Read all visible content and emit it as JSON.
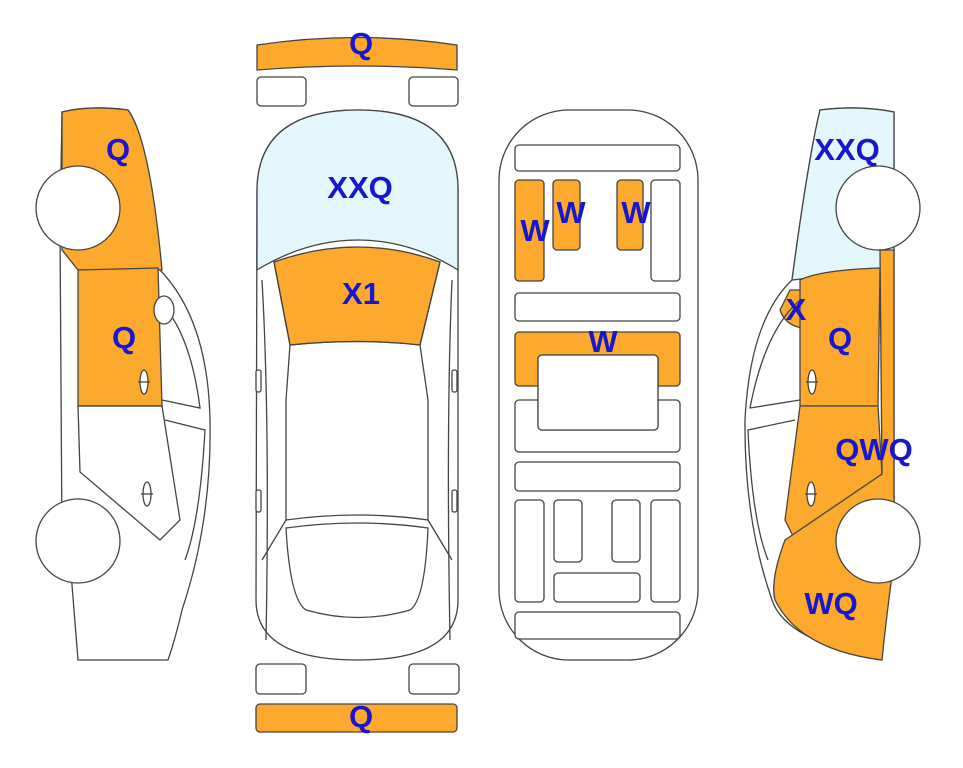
{
  "colors": {
    "damage": "#FDA92D",
    "glass": "#E3F7FC",
    "label": "#1717D0",
    "line": "#444444",
    "body": "#FFFFFF"
  },
  "labels": {
    "front_bumper": "Q",
    "windshield": "XXQ",
    "hood": "X1",
    "rear_bumper": "Q",
    "left_front_fender": "Q",
    "left_front_door": "Q",
    "floor_front_left": "W",
    "floor_front_center": "W",
    "floor_front_right": "W",
    "floor_middle": "W",
    "right_windshield": "XXQ",
    "right_a_pillar": "X",
    "right_front_door": "Q",
    "right_rear_door": "QWQ",
    "right_rear_quarter": "WQ"
  }
}
